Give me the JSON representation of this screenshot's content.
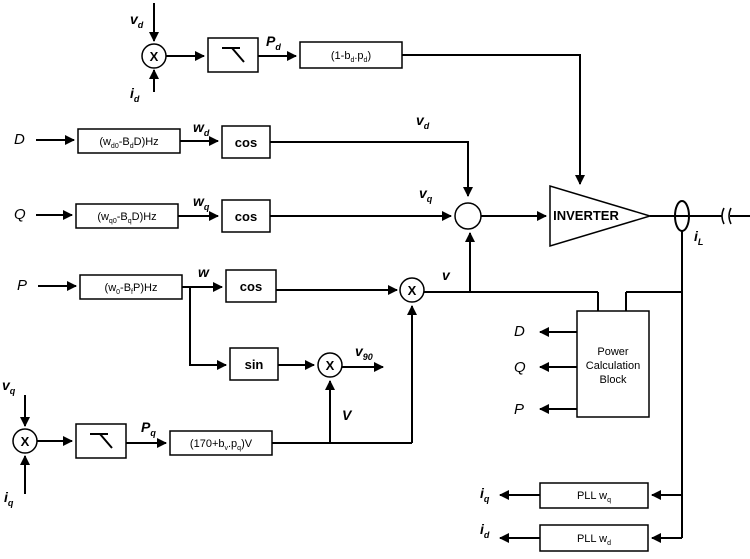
{
  "inputs": {
    "D": "D",
    "Q": "Q",
    "P": "P"
  },
  "signals": {
    "vd": "v",
    "vd_sub": "d",
    "id": "i",
    "id_sub": "d",
    "vq": "v",
    "vq_sub": "q",
    "iq": "i",
    "iq_sub": "q",
    "Pd": "P",
    "Pd_sub": "d",
    "Pq": "P",
    "Pq_sub": "q",
    "wd": "w",
    "wd_sub": "d",
    "wq": "w",
    "wq_sub": "q",
    "w": "w",
    "v": "v",
    "V": "V",
    "v90": "v",
    "v90_sub": "90",
    "iL": "i",
    "iL_sub": "L"
  },
  "blocks": {
    "cos": "cos",
    "sin": "sin",
    "inverter": "INVERTER",
    "power_calc": [
      "Power",
      "Calculation",
      "Block"
    ],
    "pll_wq": "PLL w",
    "pll_wq_sub": "q",
    "pll_wd": "PLL w",
    "pll_wd_sub": "d",
    "mult": "X"
  },
  "formulas": {
    "pd_gain": {
      "a": "(1-b",
      "a_sub": "d",
      "b": ".p",
      "b_sub": "d",
      "c": ")"
    },
    "wd_freq": {
      "a": "(w",
      "a_sub": "d0",
      "b": "-B",
      "b_sub": "d",
      "c": "D)Hz"
    },
    "wq_freq": {
      "a": "(w",
      "a_sub": "q0",
      "b": "-B",
      "b_sub": "q",
      "c": "D)Hz"
    },
    "w_freq": {
      "a": "(w",
      "a_sub": "0",
      "b": "-B",
      "b_sub": "f",
      "c": "P)Hz"
    },
    "v_amp": {
      "a": "(170+b",
      "a_sub": "v",
      "b": ".p",
      "b_sub": "q",
      "c": ")V"
    }
  },
  "outputs": {
    "D": "D",
    "Q": "Q",
    "P": "P",
    "iq": "i",
    "iq_sub": "q",
    "id": "i",
    "id_sub": "d"
  }
}
